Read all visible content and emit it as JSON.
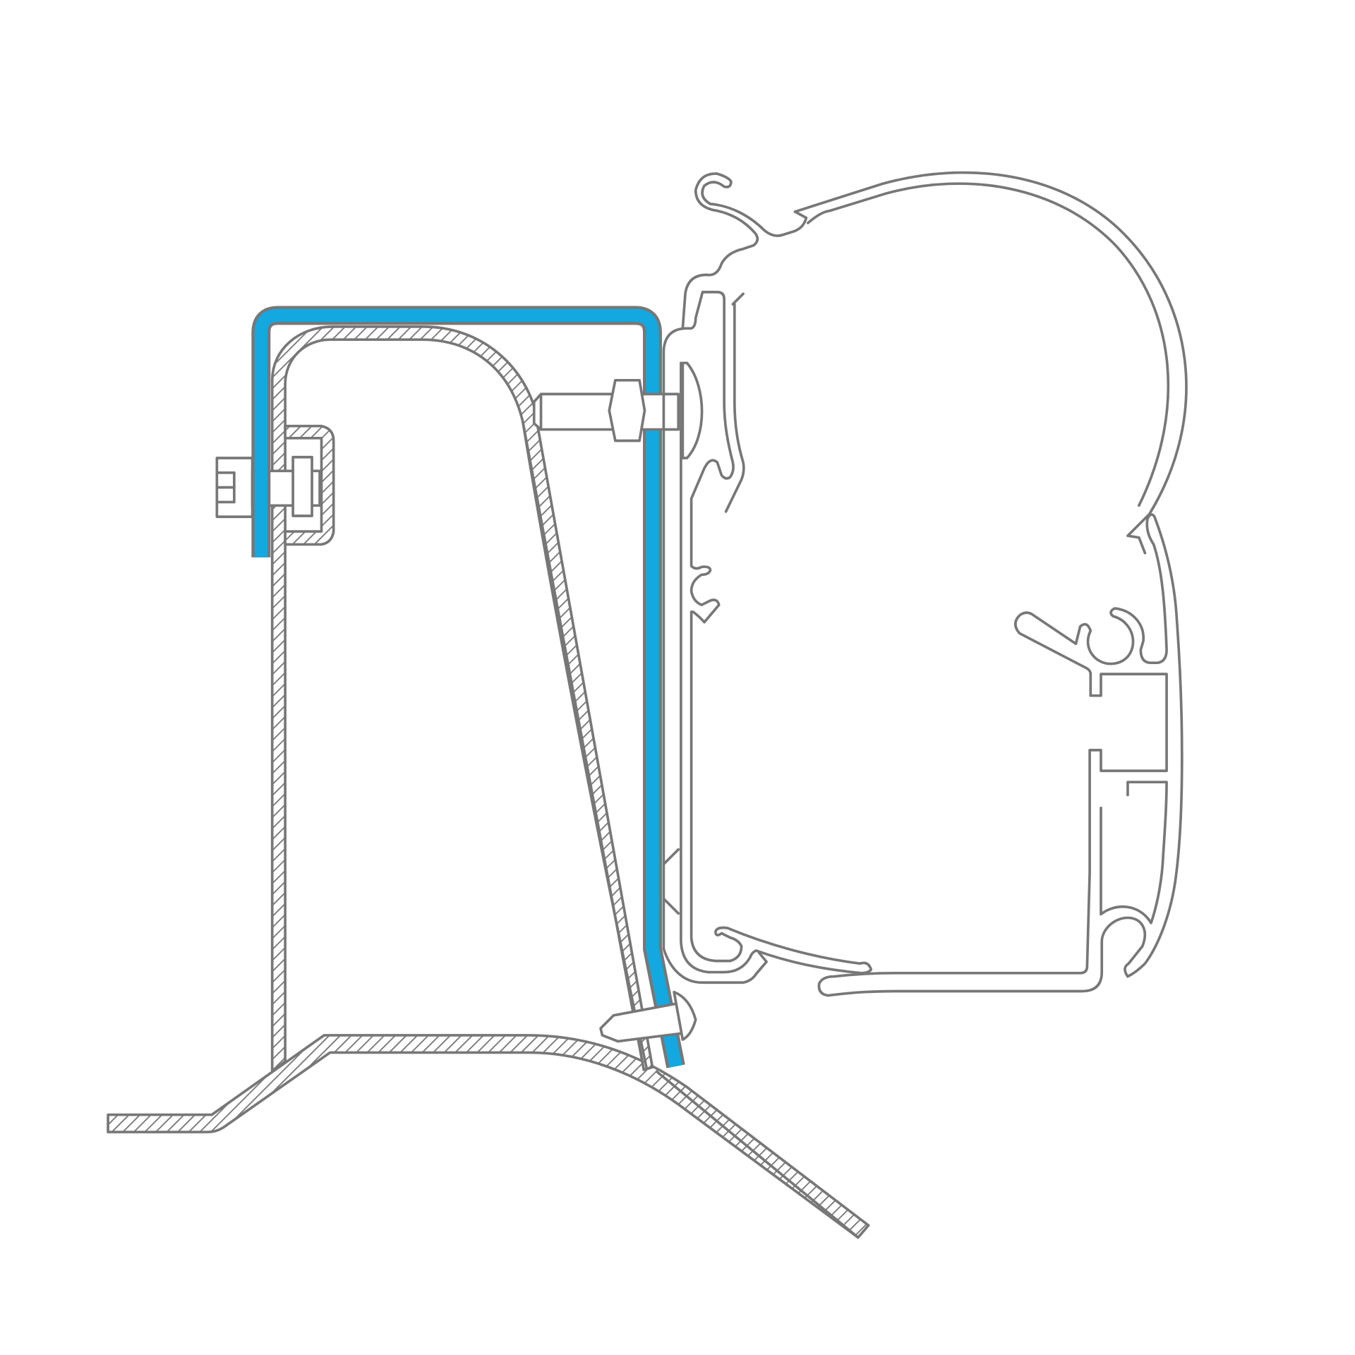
{
  "diagram": {
    "colors": {
      "line": "#777777",
      "bracket": "#14a8e0",
      "background": "#ffffff"
    },
    "parts": [
      "vehicle-wall-section",
      "floor-panel-section",
      "adapter-bracket",
      "awning-rail-profile",
      "mounting-bolts"
    ]
  }
}
